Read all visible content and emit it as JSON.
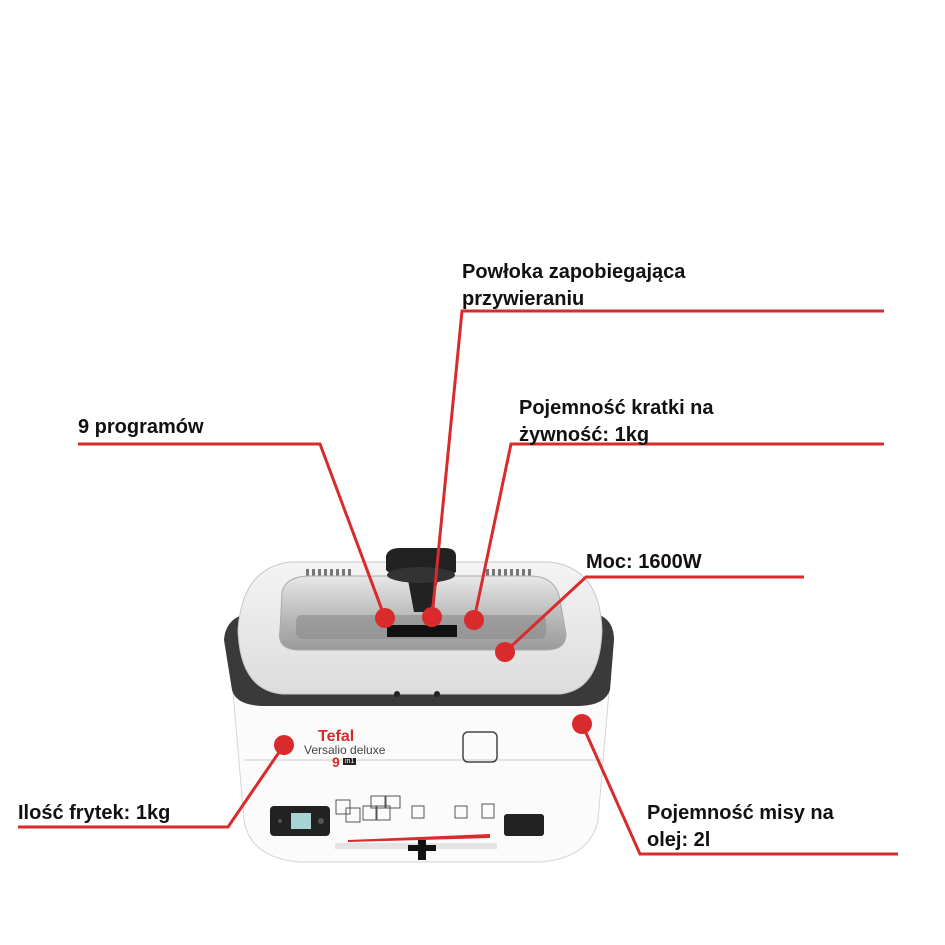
{
  "accent_color": "#d92b2b",
  "callouts": [
    {
      "id": "coating",
      "lines": [
        "Powłoka zapobiegająca",
        "przywieraniu"
      ]
    },
    {
      "id": "programs",
      "lines": [
        "9 programów"
      ]
    },
    {
      "id": "grid",
      "lines": [
        "Pojemność kratki na",
        "żywność: 1kg"
      ]
    },
    {
      "id": "power",
      "lines": [
        "Moc: 1600W"
      ]
    },
    {
      "id": "fries",
      "lines": [
        "Ilość frytek: 1kg"
      ]
    },
    {
      "id": "oil",
      "lines": [
        "Pojemność misy na",
        "olej: 2l"
      ]
    }
  ],
  "product": {
    "brand": "Tefal",
    "model": "Versalio deluxe",
    "badge_num": "9",
    "badge_text": "in1"
  }
}
